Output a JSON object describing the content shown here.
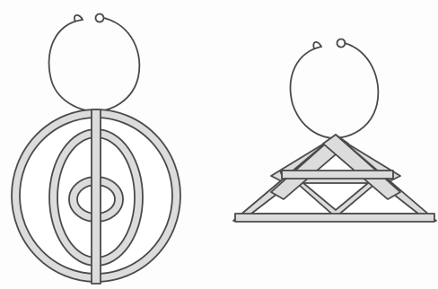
{
  "figures": [
    {
      "name": "left-pendant",
      "motif": "concentric-rings-with-eye"
    },
    {
      "name": "right-pendant",
      "motif": "nested-triangles"
    }
  ],
  "colors": {
    "ink": "#4a4a4a",
    "band_fill": "#dcdcdc",
    "background": "#fdfdfd"
  }
}
